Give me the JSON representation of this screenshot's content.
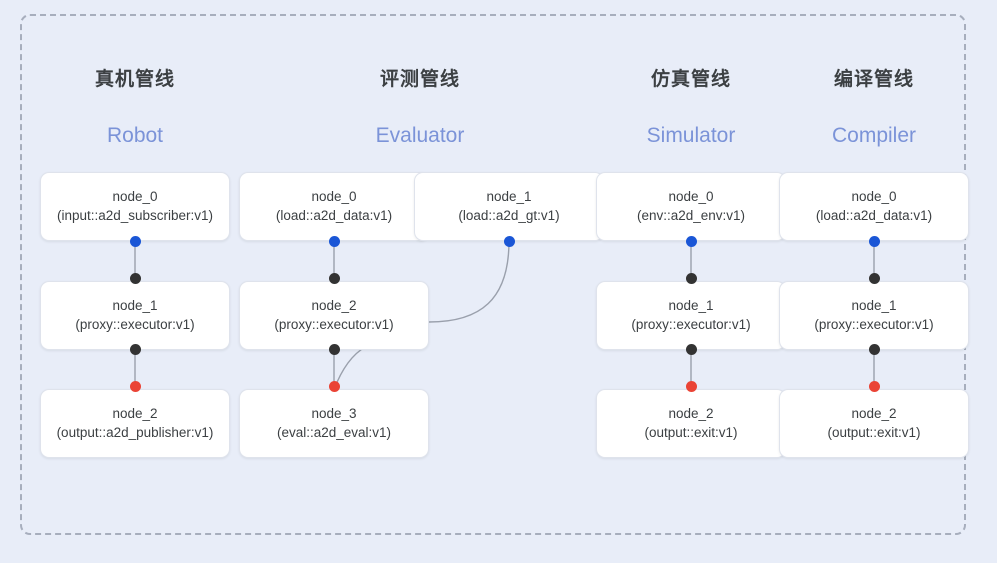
{
  "canvas": {
    "background_color": "#e8edf8",
    "frame_border_color": "#a7aebd",
    "frame_style": "dashed"
  },
  "palette": {
    "output_port": "#1a56d6",
    "input_port": "#333333",
    "terminal_port": "#ea4335",
    "node_bg": "#ffffff",
    "node_border": "#dfe3ec",
    "subtitle": "#7b93d8",
    "title": "#3c4043",
    "edge": "#9aa0ac"
  },
  "columns": [
    {
      "key": "robot",
      "title_cn": "真机管线",
      "title_en": "Robot",
      "nodes": [
        {
          "id": "node_0",
          "type": "(input::a2d_subscriber:v1)"
        },
        {
          "id": "node_1",
          "type": "(proxy::executor:v1)"
        },
        {
          "id": "node_2",
          "type": "(output::a2d_publisher:v1)"
        }
      ]
    },
    {
      "key": "evaluator",
      "title_cn": "评测管线",
      "title_en": "Evaluator",
      "nodes": [
        {
          "id": "node_0",
          "type": "(load::a2d_data:v1)"
        },
        {
          "id": "node_1",
          "type": "(load::a2d_gt:v1)"
        },
        {
          "id": "node_2",
          "type": "(proxy::executor:v1)"
        },
        {
          "id": "node_3",
          "type": "(eval::a2d_eval:v1)"
        }
      ]
    },
    {
      "key": "simulator",
      "title_cn": "仿真管线",
      "title_en": "Simulator",
      "nodes": [
        {
          "id": "node_0",
          "type": "(env::a2d_env:v1)"
        },
        {
          "id": "node_1",
          "type": "(proxy::executor:v1)"
        },
        {
          "id": "node_2",
          "type": "(output::exit:v1)"
        }
      ]
    },
    {
      "key": "compiler",
      "title_cn": "编译管线",
      "title_en": "Compiler",
      "nodes": [
        {
          "id": "node_0",
          "type": "(load::a2d_data:v1)"
        },
        {
          "id": "node_1",
          "type": "(proxy::executor:v1)"
        },
        {
          "id": "node_2",
          "type": "(output::exit:v1)"
        }
      ]
    }
  ]
}
